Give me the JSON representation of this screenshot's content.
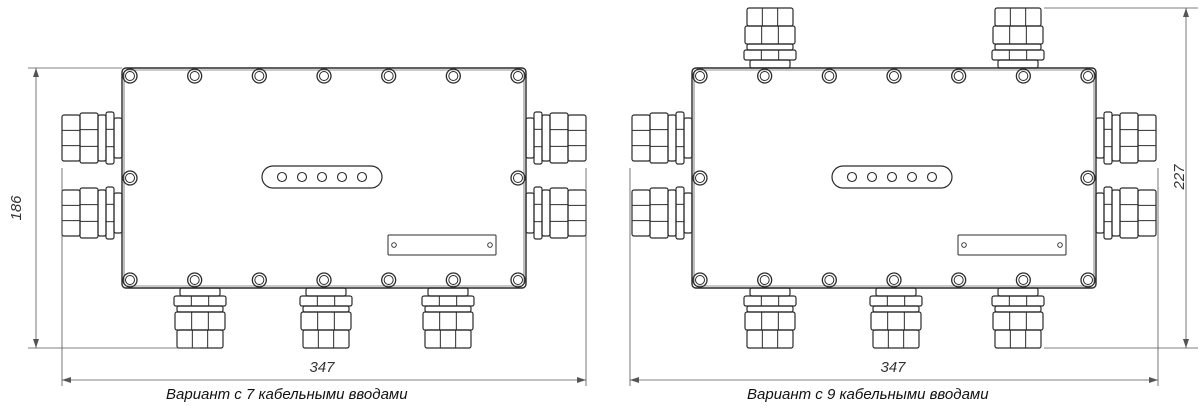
{
  "variants": [
    {
      "caption": "Вариант с 7 кабельными вводами",
      "height_dim": "186",
      "width_dim": "347"
    },
    {
      "caption": "Вариант с 9 кабельными вводами",
      "height_dim": "227",
      "width_dim": "347"
    }
  ],
  "colors": {
    "line": "#2b2b2b",
    "dim": "#555555",
    "background": "#ffffff"
  }
}
